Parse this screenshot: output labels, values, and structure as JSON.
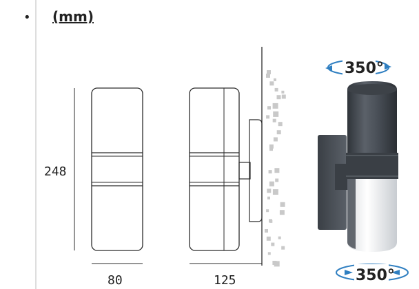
{
  "header": {
    "bullet": "•",
    "unit_label": "(mm)"
  },
  "dimensions": {
    "height": "248",
    "front_width": "80",
    "side_depth": "125"
  },
  "rotation": {
    "top": "350°",
    "bottom": "350°"
  },
  "colors": {
    "line": "#2b2b2b",
    "accent_arrow": "#2f7fc1",
    "fixture_body": "#4a5058",
    "diffuser": "#eef0f2",
    "wall_dots": "#c9c9c9"
  }
}
